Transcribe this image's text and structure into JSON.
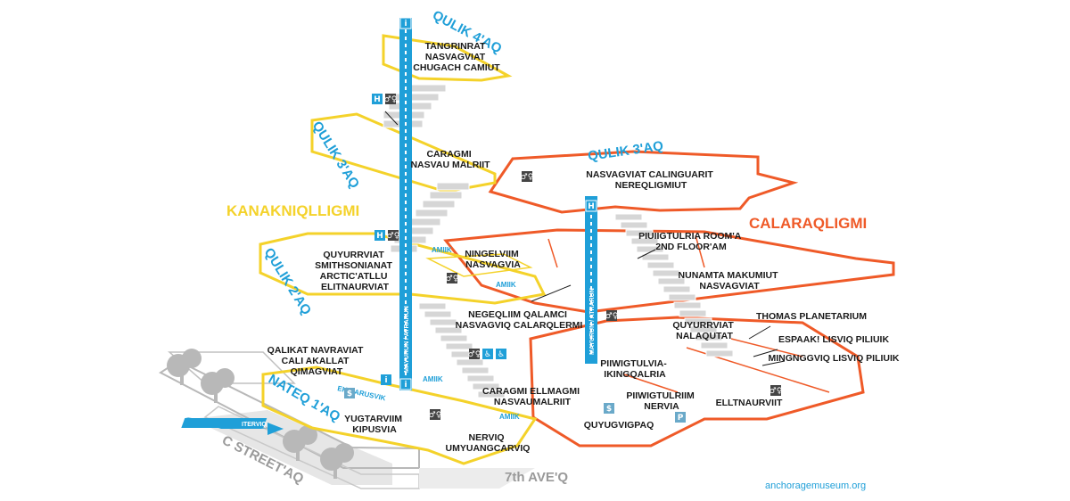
{
  "colors": {
    "west_wing": "#f4d22a",
    "east_wing": "#ef5a28",
    "elevator": "#1f9fd8",
    "street": "#b5b5b5",
    "text": "#1a1a1a"
  },
  "wings": {
    "west": "KANAKNIQLLIGMI",
    "east": "CALARAQLIGMI"
  },
  "floors": {
    "west_4": "QULIK 4'AQ",
    "west_3": "QULIK 3'AQ",
    "west_2": "QULIK 2'AQ",
    "ground": "NATEQ 1'AQ",
    "east_3": "QULIK 3'AQ"
  },
  "streets": {
    "c_street": "C STREET'AQ",
    "seventh_ave": "7th AVE'Q",
    "entrance_arrow": "ITERVIQ"
  },
  "elevator_labels": {
    "west": "MAYURUN / ATRARUN",
    "east": "MAYURUN / ATRARUN"
  },
  "small_labels": {
    "amik_1": "AMIIK",
    "amik_2": "AMIIK",
    "amik_3": "AMIIK",
    "amik_4": "AMIIK",
    "ekniarusvik": "EKNIARUSVIK"
  },
  "rooms": {
    "f4": [
      "TANGRINRAT",
      "NASVAGVIAT",
      "CHUGACH CAMIUT"
    ],
    "f3w": [
      "CARAGMI",
      "NASVAU MALRIIT"
    ],
    "f3e": [
      "NASVAGVIAT CALINGUARIT",
      "NEREQLIGMIUT"
    ],
    "f2w": [
      "QUYURRVIAT",
      "SMITHSONIANAT",
      "ARCTIC'ATLLU",
      "ELITNAURVIAT"
    ],
    "f2_ning": [
      "NINGELVIIM",
      "NASVAGVIA"
    ],
    "f2_room": [
      "PIUIIGTULRIA ROOM'A",
      "2ND FLOOR'AM"
    ],
    "f2_nun": [
      "NUNAMTA MAKUMIUT",
      "NASVAGVIAT"
    ],
    "negeq": [
      "NEGEQLIIM QALAMCI",
      "NASVAGVIQ CALARQLERMI"
    ],
    "f1_qal": [
      "QALIKAT NAVRAVIAT",
      "CALI AKALLAT",
      "QIMAGVIAT"
    ],
    "f1_car": [
      "CARAGMI ELLMAGMI",
      "NASVAUMALRIIT"
    ],
    "piiwigt1": [
      "PIIWIGTULVIA-",
      "IKINGQALRIA"
    ],
    "piiwigt2": [
      "PIIWIGTULRIIM",
      "NERVIA"
    ],
    "quyur2": [
      "QUYURRVIAT",
      "NALAQUTAT"
    ],
    "thomas": [
      "THOMAS PLANETARIUM"
    ],
    "espaak": [
      "ESPAAK! LISVIQ PILIUIK"
    ],
    "minng": [
      "MINGNGGVIQ LISVIQ PILIUIK"
    ],
    "elitn": [
      "ELLTNAURVIIT"
    ],
    "yugtar": [
      "YUGTARVIIM",
      "KIPUSVIA"
    ],
    "nerviq": [
      "NERVIQ",
      "UMYUANGCARVIQ"
    ],
    "quyugv": [
      "QUYUGVIGPAQ"
    ]
  },
  "icons": {
    "restroom": "restroom-icon",
    "elevator": "elevator-icon",
    "information": "information-icon",
    "cash": "dollar-icon",
    "parking": "parking-icon",
    "accessible": "accessible-icon",
    "hearing": "hearing-icon"
  },
  "icon_glyphs": {
    "restroom": "♂♀",
    "elevator": "H",
    "dollar": "$",
    "parking": "P",
    "accessible": "♿",
    "info": "i"
  },
  "website": "anchoragemuseum.org"
}
